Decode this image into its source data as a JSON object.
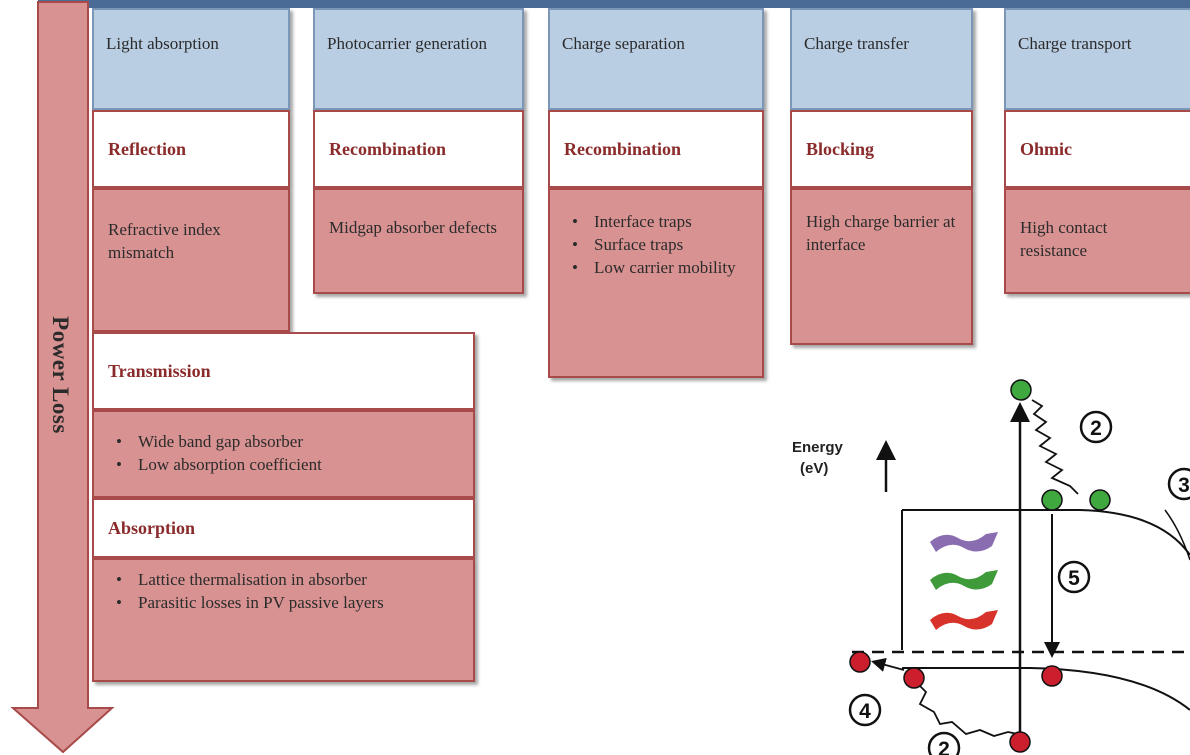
{
  "axis_label": "Power Loss",
  "columns": [
    {
      "header": "Light absorption",
      "mechanism": "Reflection",
      "cause_text": "Refractive index mismatch"
    },
    {
      "header": "Photocarrier generation",
      "mechanism": "Recombination",
      "cause_text": "Midgap absorber defects"
    },
    {
      "header": "Charge separation",
      "mechanism": "Recombination",
      "cause_items": [
        "Interface traps",
        "Surface traps",
        "Low carrier mobility"
      ]
    },
    {
      "header": "Charge transfer",
      "mechanism": "Blocking",
      "cause_text": "High charge barrier at interface"
    },
    {
      "header": "Charge transport",
      "mechanism": "Ohmic",
      "cause_text": "High contact resistance"
    }
  ],
  "transmission": {
    "title": "Transmission",
    "items": [
      "Wide band gap absorber",
      "Low absorption coefficient"
    ]
  },
  "absorption": {
    "title": "Absorption",
    "items": [
      "Lattice thermalisation in absorber",
      "Parasitic losses in PV passive layers"
    ]
  },
  "band_diagram": {
    "energy_label": "Energy",
    "energy_unit": "(eV)",
    "step_labels": [
      "2",
      "3",
      "5",
      "4",
      "2"
    ]
  },
  "colors": {
    "header_fill": "#b9cde3",
    "cause_fill": "#d99292",
    "accent_text": "#8b2a2a",
    "electron": "#3fa83f",
    "hole": "#cc1f2e"
  }
}
